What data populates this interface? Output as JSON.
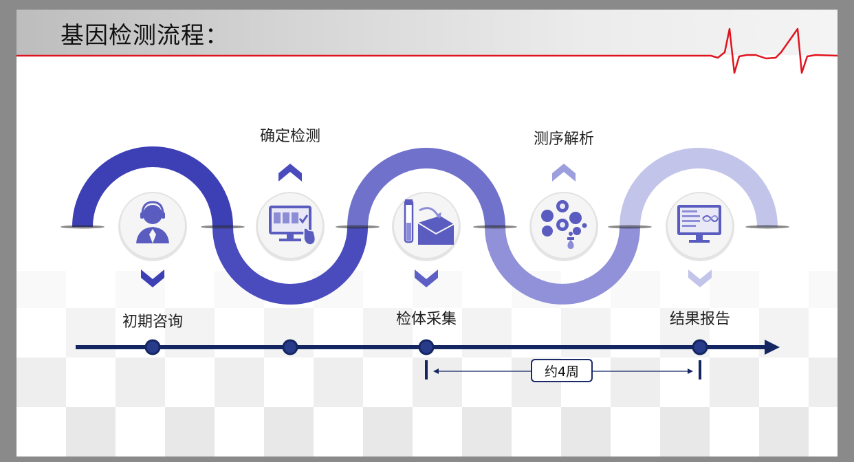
{
  "title": "基因检测流程：",
  "steps": [
    {
      "label": "初期咨询",
      "icon": "consultant-headset-icon"
    },
    {
      "label": "确定检测",
      "icon": "computer-select-icon"
    },
    {
      "label": "检体采集",
      "icon": "sample-tube-box-icon"
    },
    {
      "label": "测序解析",
      "icon": "molecule-analysis-icon"
    },
    {
      "label": "结果报告",
      "icon": "report-monitor-icon"
    }
  ],
  "duration": "约4周",
  "colors": {
    "wave1": "#3d3fb5",
    "wave2": "#5d5fc4",
    "wave3": "#7f80d2",
    "wave4": "#9d9edd",
    "wave5": "#c3c4ea",
    "timeline": "#132661",
    "accent_red": "#e0141e"
  }
}
